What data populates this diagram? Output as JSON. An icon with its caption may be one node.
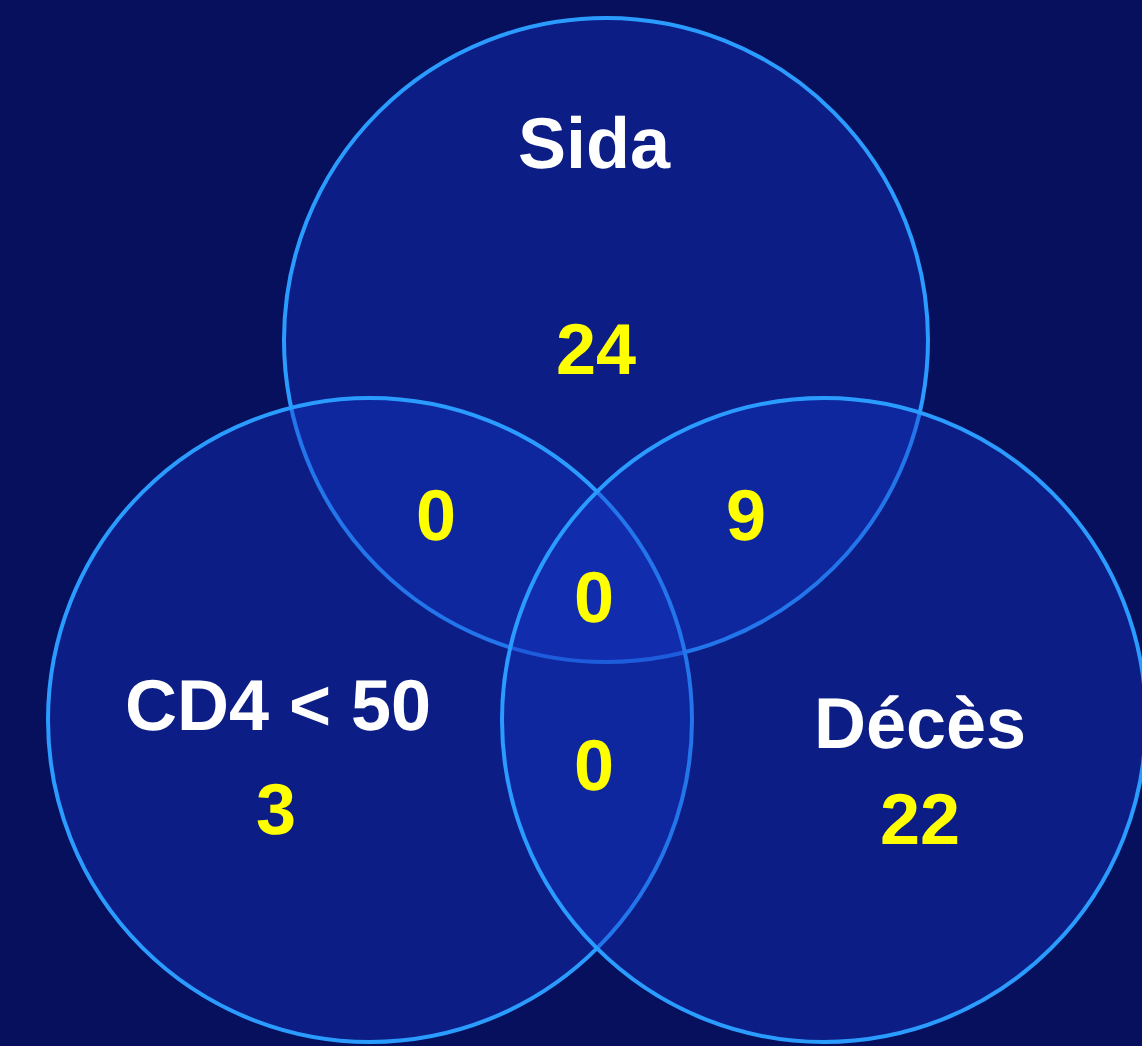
{
  "diagram": {
    "nodes": [
      {
        "text": [
          "Sida",
          "24"
        ]
      },
      {
        "text": [
          "CD4 < 50",
          "3"
        ]
      },
      {
        "text": [
          "Décès",
          "22"
        ]
      }
    ],
    "labels": [
      "0",
      "9",
      "0",
      "0"
    ]
  }
}
